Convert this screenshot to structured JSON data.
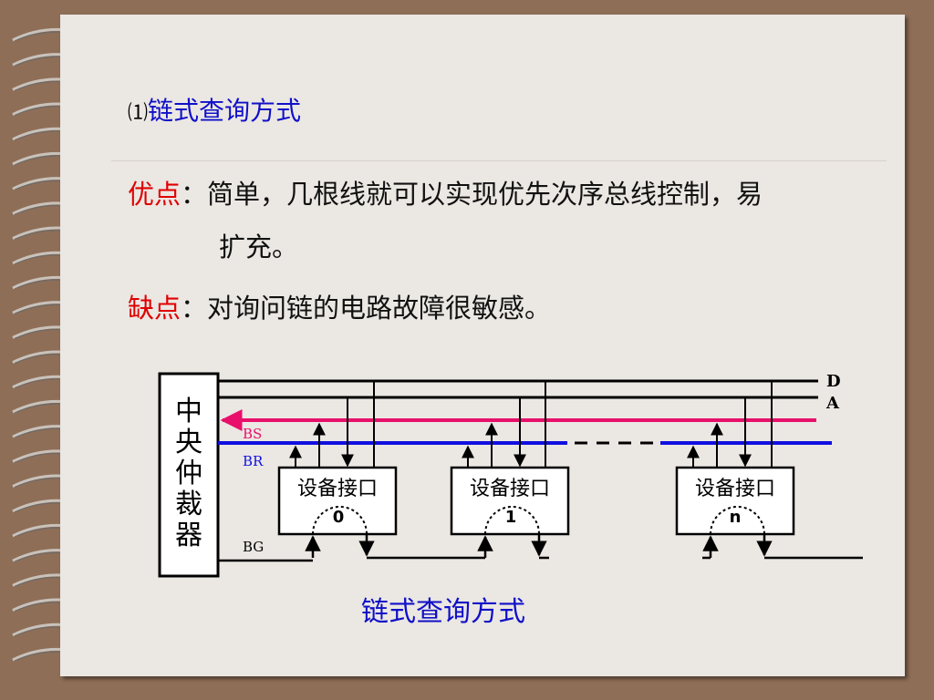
{
  "title": {
    "number": "⑴",
    "text": "链式查询方式"
  },
  "advantage": {
    "label": "优点",
    "colon": "：",
    "text_line1": "简单，几根线就可以实现优先次序总线控制，易",
    "text_line2": "扩充。"
  },
  "disadvantage": {
    "label": "缺点",
    "colon": "：",
    "text": "对询问链的电路故障很敏感。"
  },
  "diagram": {
    "arbiter": [
      "中",
      "央",
      "仲",
      "裁",
      "器"
    ],
    "signals": {
      "D": "D",
      "A": "A",
      "BS": "BS",
      "BR": "BR",
      "BG": "BG"
    },
    "devices": [
      {
        "label": "设备接口",
        "id": "0"
      },
      {
        "label": "设备接口",
        "id": "1"
      },
      {
        "label": "设备接口",
        "id": "n"
      }
    ],
    "colors": {
      "bs": "#e8106a",
      "br": "#1010e0",
      "line": "#000000"
    }
  },
  "caption": "链式查询方式"
}
